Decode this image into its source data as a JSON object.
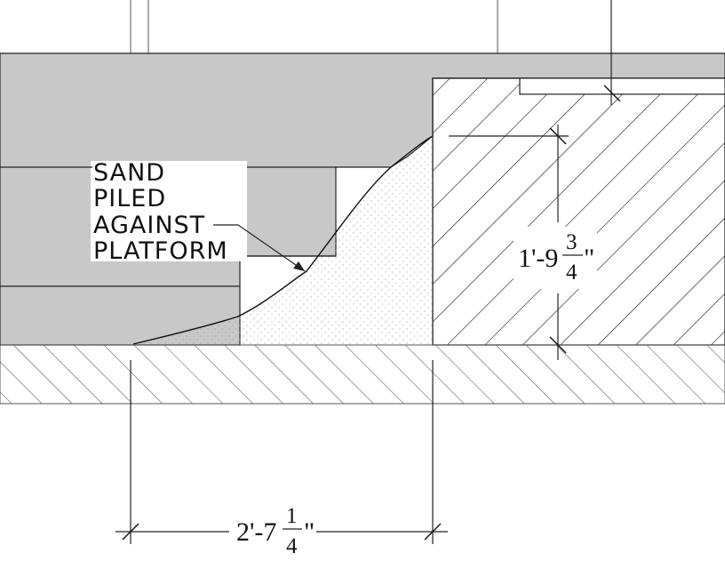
{
  "note": {
    "lines": [
      "SAND",
      "PILED",
      "AGAINST",
      "PLATFORM"
    ]
  },
  "dimensions": {
    "vertical": {
      "whole": "1'-9",
      "numerator": "3",
      "denominator": "4",
      "inch_mark": "\""
    },
    "horizontal": {
      "whole": "2'-7",
      "numerator": "1",
      "denominator": "4",
      "inch_mark": "\""
    }
  },
  "colors": {
    "background": "#ffffff",
    "gray_mass": "#c8c8c8",
    "line": "#222222",
    "hatch": "#333333",
    "stipple": "#9a9a9a"
  }
}
